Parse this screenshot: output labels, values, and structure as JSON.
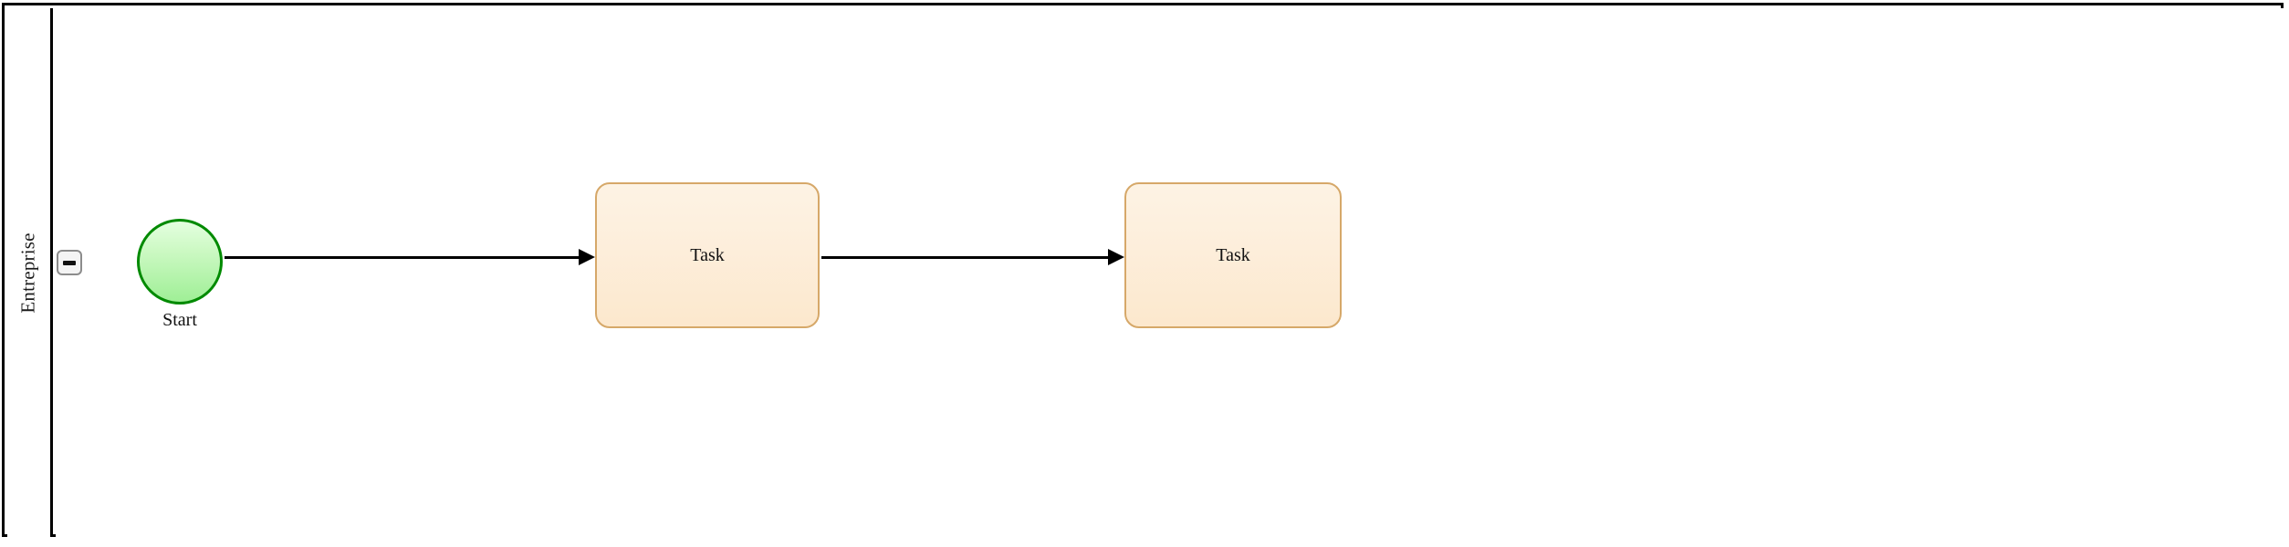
{
  "diagram": {
    "type": "bpmn-process",
    "pool": {
      "lane_label": "Entreprise",
      "collapse_toggle": {
        "state": "expanded",
        "glyph": "minus"
      }
    },
    "nodes": [
      {
        "id": "start-event",
        "kind": "start-event",
        "label": "Start",
        "shape": "circle",
        "fill": "#cdf9c4",
        "stroke": "#008a00"
      },
      {
        "id": "task-1",
        "kind": "task",
        "label": "Task",
        "shape": "rounded-rect",
        "fill": "#fdeedb",
        "stroke": "#d6a869"
      },
      {
        "id": "task-2",
        "kind": "task",
        "label": "Task",
        "shape": "rounded-rect",
        "fill": "#fdeedb",
        "stroke": "#d6a869"
      }
    ],
    "flows": [
      {
        "id": "flow-1",
        "from": "start-event",
        "to": "task-1",
        "stroke": "#000000"
      },
      {
        "id": "flow-2",
        "from": "task-1",
        "to": "task-2",
        "stroke": "#000000"
      }
    ]
  }
}
